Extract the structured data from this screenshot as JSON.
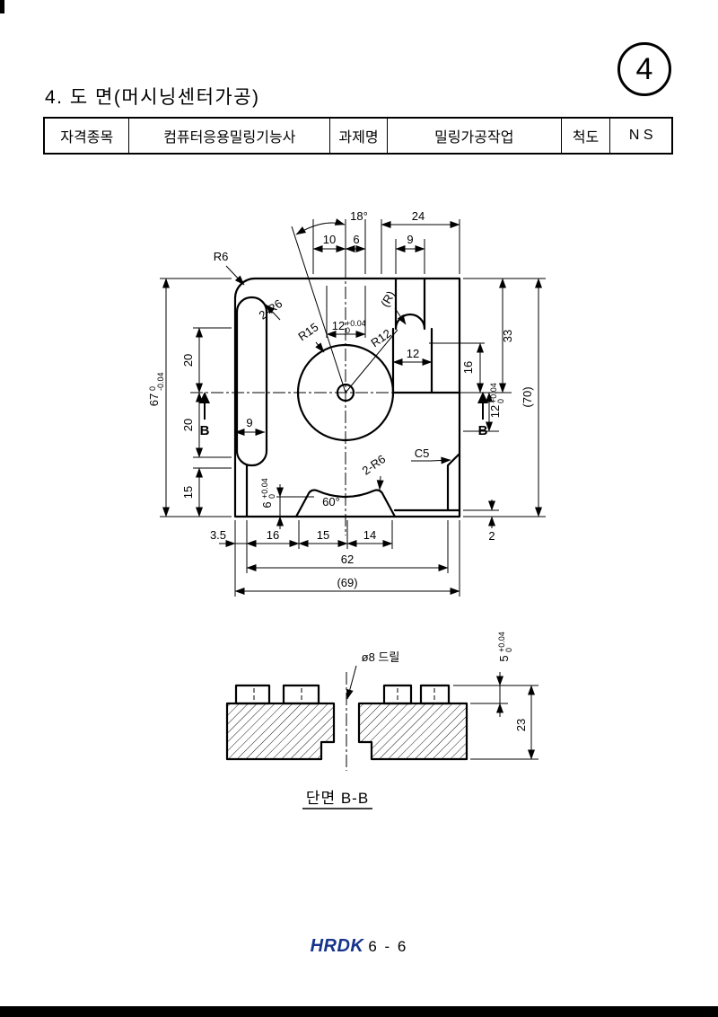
{
  "page": {
    "number": "4",
    "title": "4. 도 면(머시닝센터가공)",
    "footer_logo": "HRDK",
    "footer_page": "6 - 6"
  },
  "info_table": {
    "subject_label": "자격종목",
    "subject_value": "컴퓨터응용밀링기능사",
    "task_label": "과제명",
    "task_value": "밀링가공작업",
    "scale_label": "척도",
    "scale_value": "N S"
  },
  "tolerances": {
    "plus004": "+0.04",
    "zero": "0",
    "minus004": "-0.04"
  },
  "main_view": {
    "angle_18": "18°",
    "dim_24": "24",
    "dim_10": "10",
    "dim_6": "6",
    "dim_9_top": "9",
    "label_r6": "R6",
    "label_2r6_left": "2-R6",
    "label_r15": "R15",
    "label_r12": "R12",
    "label_r_ref": "(R)",
    "dim_12_slot": "12",
    "dim_12_mid": "12",
    "dim_12_right": "12",
    "dim_67": "67",
    "dim_20_upper": "20",
    "dim_20_lower": "20",
    "dim_15_left": "15",
    "dim_9_left": "9",
    "section_letter": "B",
    "dim_33": "33",
    "dim_16_right": "16",
    "dim_70": "(70)",
    "dim_2": "2",
    "dim_3_5": "3.5",
    "dim_16_bottom": "16",
    "dim_15_bottom": "15",
    "dim_14": "14",
    "dim_62": "62",
    "dim_69": "(69)",
    "angle_60": "60°",
    "dim_6_depth": "6",
    "label_2r6_bottom": "2-R6",
    "label_c5": "C5"
  },
  "section_view": {
    "drill_note": "ø8 드릴",
    "dim_5": "5",
    "dim_23": "23",
    "caption": "단면 B-B"
  }
}
